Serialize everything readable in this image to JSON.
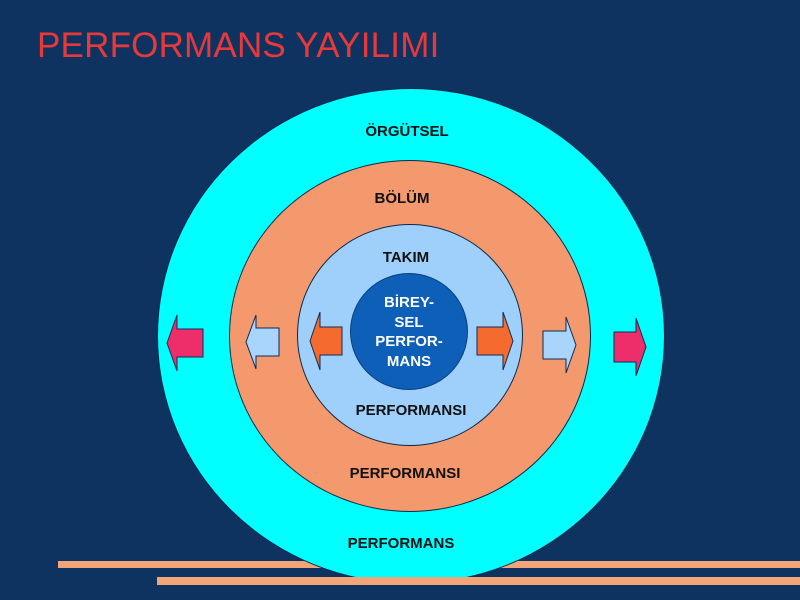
{
  "title": "PERFORMANS YAYILIMI",
  "rings": {
    "organizational": {
      "top_label": "ÖRGÜTSEL",
      "bottom_label": "PERFORMANS",
      "color": "#00ffff"
    },
    "department": {
      "top_label": "BÖLÜM",
      "bottom_label": "PERFORMANSI",
      "color": "#f4986d"
    },
    "team": {
      "top_label": "TAKIM",
      "bottom_label": "PERFORMANSI",
      "color": "#9fcffb"
    },
    "individual": {
      "lines": [
        "BİREY-",
        "SEL",
        "PERFOR-",
        "MANS"
      ],
      "color": "#0d5fb8"
    }
  },
  "colors": {
    "background": "#0f3360",
    "title": "#e8383a",
    "stripe": "#f3a57a",
    "arrow_outer": "#ee2d6b",
    "arrow_middle": "#a9d4fb",
    "arrow_inner": "#f56a2e"
  },
  "icons": [
    "arrow-left-icon",
    "arrow-right-icon"
  ]
}
